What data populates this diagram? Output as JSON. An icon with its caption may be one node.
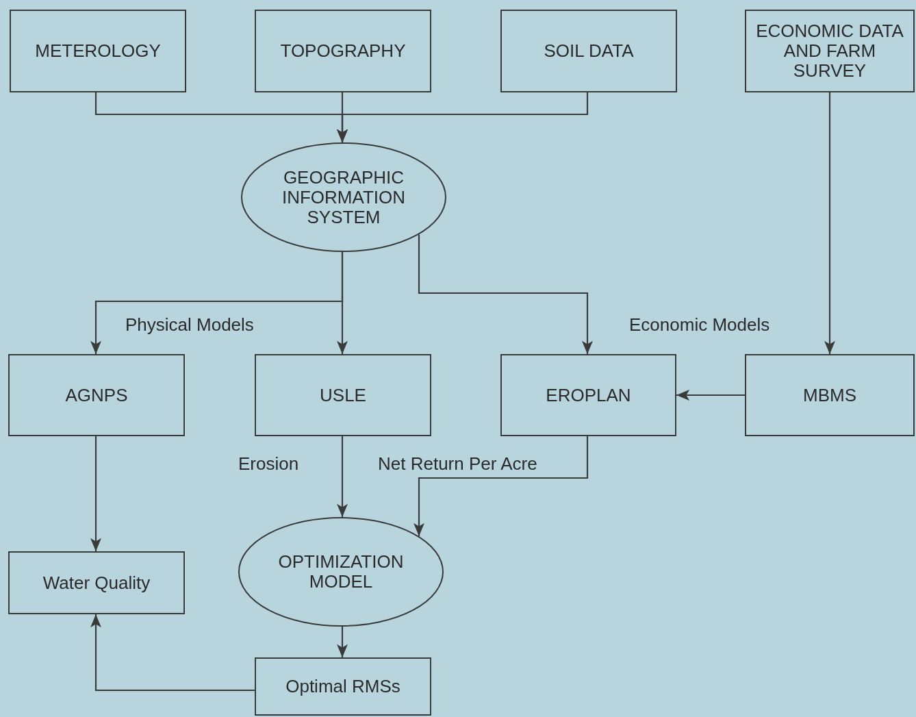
{
  "diagram": {
    "nodes": [
      {
        "text": [
          "METEROLOGY"
        ]
      },
      {
        "text": [
          "TOPOGRAPHY"
        ]
      },
      {
        "text": [
          "SOIL DATA"
        ]
      },
      {
        "text": [
          "ECONOMIC DATA AND FARM SURVEY"
        ]
      },
      {
        "text": [
          "GEOGRAPHIC INFORMATION SYSTEM"
        ]
      },
      {
        "text": [
          "AGNPS"
        ]
      },
      {
        "text": [
          "USLE"
        ]
      },
      {
        "text": [
          "EROPLAN"
        ]
      },
      {
        "text": [
          "MBMS"
        ]
      },
      {
        "text": [
          "Water Quality"
        ]
      },
      {
        "text": [
          "OPTIMIZATION MODEL"
        ]
      },
      {
        "text": [
          "Optimal RMSs"
        ]
      }
    ],
    "edges": [
      {
        "from": 0,
        "to": 4,
        "arrow": "to"
      },
      {
        "from": 1,
        "to": 4,
        "arrow": "to"
      },
      {
        "from": 2,
        "to": 4,
        "arrow": "to"
      },
      {
        "from": 3,
        "to": 8,
        "arrow": "to"
      },
      {
        "from": 4,
        "to": 5,
        "arrow": "to"
      },
      {
        "from": 4,
        "to": 6,
        "arrow": "to"
      },
      {
        "from": 4,
        "to": 7,
        "arrow": "to"
      },
      {
        "from": 8,
        "to": 7,
        "arrow": "to"
      },
      {
        "from": 5,
        "to": 9,
        "arrow": "to"
      },
      {
        "from": 6,
        "to": 10,
        "arrow": "to",
        "label": "Erosion"
      },
      {
        "from": 7,
        "to": 10,
        "arrow": "to",
        "label": "Net Return Per Acre"
      },
      {
        "from": 10,
        "to": 11,
        "arrow": "to"
      },
      {
        "from": 11,
        "to": 9,
        "arrow": "to"
      }
    ],
    "labels": [
      "Physical Models",
      "Economic Models"
    ]
  }
}
